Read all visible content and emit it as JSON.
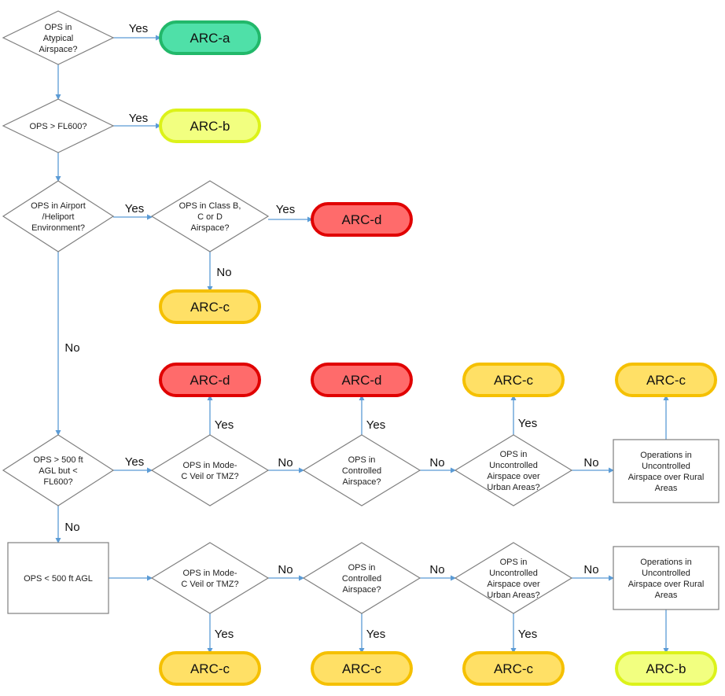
{
  "colors": {
    "arc-a": {
      "fill": "#4fe0a8",
      "stroke": "#22b86a"
    },
    "arc-b": {
      "fill": "#f2ff80",
      "stroke": "#dcf21a"
    },
    "arc-c": {
      "fill": "#ffe066",
      "stroke": "#f5c000"
    },
    "arc-d": {
      "fill": "#ff6b6b",
      "stroke": "#e00000"
    },
    "edge": "#5b9bd5"
  },
  "labels": {
    "yes": "Yes",
    "no": "No"
  },
  "nodes": {
    "q_atypical": {
      "lines": [
        "OPS in",
        "Atypical",
        "Airspace?"
      ]
    },
    "q_fl600": {
      "lines": [
        "OPS > FL600?"
      ]
    },
    "q_airport": {
      "lines": [
        "OPS in Airport",
        "/Heliport",
        "Environment?"
      ]
    },
    "q_class_bcd": {
      "lines": [
        "OPS in Class B,",
        "C or D",
        "Airspace?"
      ]
    },
    "q_500agl": {
      "lines": [
        "OPS > 500 ft",
        "AGL but <",
        "FL600?"
      ]
    },
    "q_modec_upper": {
      "lines": [
        "OPS in Mode-",
        "C Veil or TMZ?"
      ]
    },
    "q_controlled_upper": {
      "lines": [
        "OPS in",
        "Controlled",
        "Airspace?"
      ]
    },
    "q_urban_upper": {
      "lines": [
        "OPS in",
        "Uncontrolled",
        "Airspace over",
        "Urban Areas?"
      ]
    },
    "box_rural_upper": {
      "lines": [
        "Operations in",
        "Uncontrolled",
        "Airspace over Rural",
        "Areas"
      ]
    },
    "box_below500": {
      "lines": [
        "OPS < 500 ft AGL"
      ]
    },
    "q_modec_lower": {
      "lines": [
        "OPS in Mode-",
        "C Veil or TMZ?"
      ]
    },
    "q_controlled_lower": {
      "lines": [
        "OPS in",
        "Controlled",
        "Airspace?"
      ]
    },
    "q_urban_lower": {
      "lines": [
        "OPS in",
        "Uncontrolled",
        "Airspace over",
        "Urban Areas?"
      ]
    },
    "box_rural_lower": {
      "lines": [
        "Operations in",
        "Uncontrolled",
        "Airspace over Rural",
        "Areas"
      ]
    },
    "arc_a_1": {
      "label": "ARC-a",
      "class": "arc-a"
    },
    "arc_b_1": {
      "label": "ARC-b",
      "class": "arc-b"
    },
    "arc_d_1": {
      "label": "ARC-d",
      "class": "arc-d"
    },
    "arc_c_1": {
      "label": "ARC-c",
      "class": "arc-c"
    },
    "arc_d_2": {
      "label": "ARC-d",
      "class": "arc-d"
    },
    "arc_d_3": {
      "label": "ARC-d",
      "class": "arc-d"
    },
    "arc_c_2": {
      "label": "ARC-c",
      "class": "arc-c"
    },
    "arc_c_3": {
      "label": "ARC-c",
      "class": "arc-c"
    },
    "arc_c_4": {
      "label": "ARC-c",
      "class": "arc-c"
    },
    "arc_c_5": {
      "label": "ARC-c",
      "class": "arc-c"
    },
    "arc_c_6": {
      "label": "ARC-c",
      "class": "arc-c"
    },
    "arc_b_2": {
      "label": "ARC-b",
      "class": "arc-b"
    }
  },
  "edges": [
    {
      "from": "q_atypical",
      "to": "arc_a_1",
      "label": "yes"
    },
    {
      "from": "q_atypical",
      "to": "q_fl600",
      "label": ""
    },
    {
      "from": "q_fl600",
      "to": "arc_b_1",
      "label": "yes"
    },
    {
      "from": "q_fl600",
      "to": "q_airport",
      "label": ""
    },
    {
      "from": "q_airport",
      "to": "q_class_bcd",
      "label": "yes"
    },
    {
      "from": "q_class_bcd",
      "to": "arc_d_1",
      "label": "yes"
    },
    {
      "from": "q_class_bcd",
      "to": "arc_c_1",
      "label": "no"
    },
    {
      "from": "q_airport",
      "to": "q_500agl",
      "label": "no"
    },
    {
      "from": "q_500agl",
      "to": "q_modec_upper",
      "label": "yes"
    },
    {
      "from": "q_modec_upper",
      "to": "arc_d_2",
      "label": "yes"
    },
    {
      "from": "q_modec_upper",
      "to": "q_controlled_upper",
      "label": "no"
    },
    {
      "from": "q_controlled_upper",
      "to": "arc_d_3",
      "label": "yes"
    },
    {
      "from": "q_controlled_upper",
      "to": "q_urban_upper",
      "label": "no"
    },
    {
      "from": "q_urban_upper",
      "to": "arc_c_2",
      "label": "yes"
    },
    {
      "from": "q_urban_upper",
      "to": "box_rural_upper",
      "label": "no"
    },
    {
      "from": "box_rural_upper",
      "to": "arc_c_3",
      "label": ""
    },
    {
      "from": "q_500agl",
      "to": "box_below500",
      "label": "no"
    },
    {
      "from": "box_below500",
      "to": "q_modec_lower",
      "label": ""
    },
    {
      "from": "q_modec_lower",
      "to": "arc_c_4",
      "label": "yes"
    },
    {
      "from": "q_modec_lower",
      "to": "q_controlled_lower",
      "label": "no"
    },
    {
      "from": "q_controlled_lower",
      "to": "arc_c_5",
      "label": "yes"
    },
    {
      "from": "q_controlled_lower",
      "to": "q_urban_lower",
      "label": "no"
    },
    {
      "from": "q_urban_lower",
      "to": "arc_c_6",
      "label": "yes"
    },
    {
      "from": "q_urban_lower",
      "to": "box_rural_lower",
      "label": "no"
    },
    {
      "from": "box_rural_lower",
      "to": "arc_b_2",
      "label": ""
    }
  ]
}
